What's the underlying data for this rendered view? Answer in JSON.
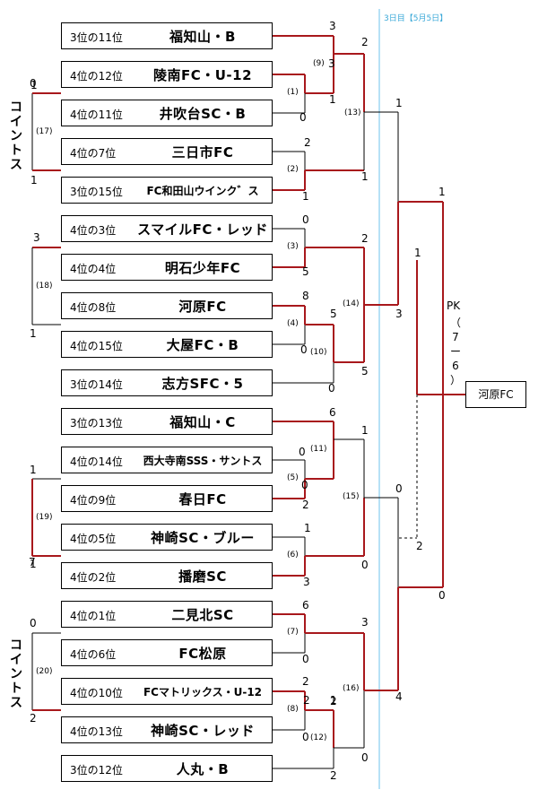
{
  "header": {
    "day_label": "3日目【5月5日】"
  },
  "teams": [
    {
      "seed": "3位の11位",
      "name": "福知山・B"
    },
    {
      "seed": "4位の12位",
      "name": "陵南FC・U-12"
    },
    {
      "seed": "4位の11位",
      "name": "井吹台SC・B"
    },
    {
      "seed": "4位の7位",
      "name": "三日市FC"
    },
    {
      "seed": "3位の15位",
      "name": "FC和田山ウインク゛ス"
    },
    {
      "seed": "4位の3位",
      "name": "スマイルFC・レッド"
    },
    {
      "seed": "4位の4位",
      "name": "明石少年FC"
    },
    {
      "seed": "4位の8位",
      "name": "河原FC"
    },
    {
      "seed": "4位の15位",
      "name": "大屋FC・B"
    },
    {
      "seed": "3位の14位",
      "name": "志方SFC・5"
    },
    {
      "seed": "3位の13位",
      "name": "福知山・C"
    },
    {
      "seed": "4位の14位",
      "name": "西大寺南SSS・サントス"
    },
    {
      "seed": "4位の9位",
      "name": "春日FC"
    },
    {
      "seed": "4位の5位",
      "name": "神崎SC・ブルー"
    },
    {
      "seed": "4位の2位",
      "name": "播磨SC"
    },
    {
      "seed": "4位の1位",
      "name": "二見北SC"
    },
    {
      "seed": "4位の6位",
      "name": "FC松原"
    },
    {
      "seed": "4位の10位",
      "name": "FCマトリックス・U-12"
    },
    {
      "seed": "4位の13位",
      "name": "神崎SC・レッド"
    },
    {
      "seed": "3位の12位",
      "name": "人丸・B"
    }
  ],
  "match_numbers": [
    "(1)",
    "(2)",
    "(3)",
    "(4)",
    "(5)",
    "(6)",
    "(7)",
    "(8)",
    "(9)",
    "(10)",
    "(11)",
    "(12)",
    "(13)",
    "(14)",
    "(15)",
    "(16)",
    "(17)",
    "(18)",
    "(19)",
    "(20)"
  ],
  "scores": [
    "3",
    "2",
    "3",
    "1",
    "0",
    "1",
    "2",
    "1",
    "0",
    "2",
    "5",
    "8",
    "5",
    "0",
    "0",
    "5",
    "1",
    "3",
    "6",
    "1",
    "0",
    "0",
    "2",
    "1",
    "3",
    "0",
    "6",
    "3",
    "0",
    "2",
    "0",
    "2",
    "0",
    "1",
    "1",
    "1",
    "3",
    "1",
    "1",
    "1",
    "0",
    "4",
    "0",
    "1",
    "1",
    "2",
    "0",
    "2",
    "0",
    "7",
    "2",
    "2"
  ],
  "side_labels": {
    "coin_toss": "コイントス"
  },
  "final": {
    "winner": "河原FC",
    "pk_label": "PK",
    "pk_chars": [
      "（",
      "7",
      "ー",
      "6",
      "）"
    ]
  }
}
